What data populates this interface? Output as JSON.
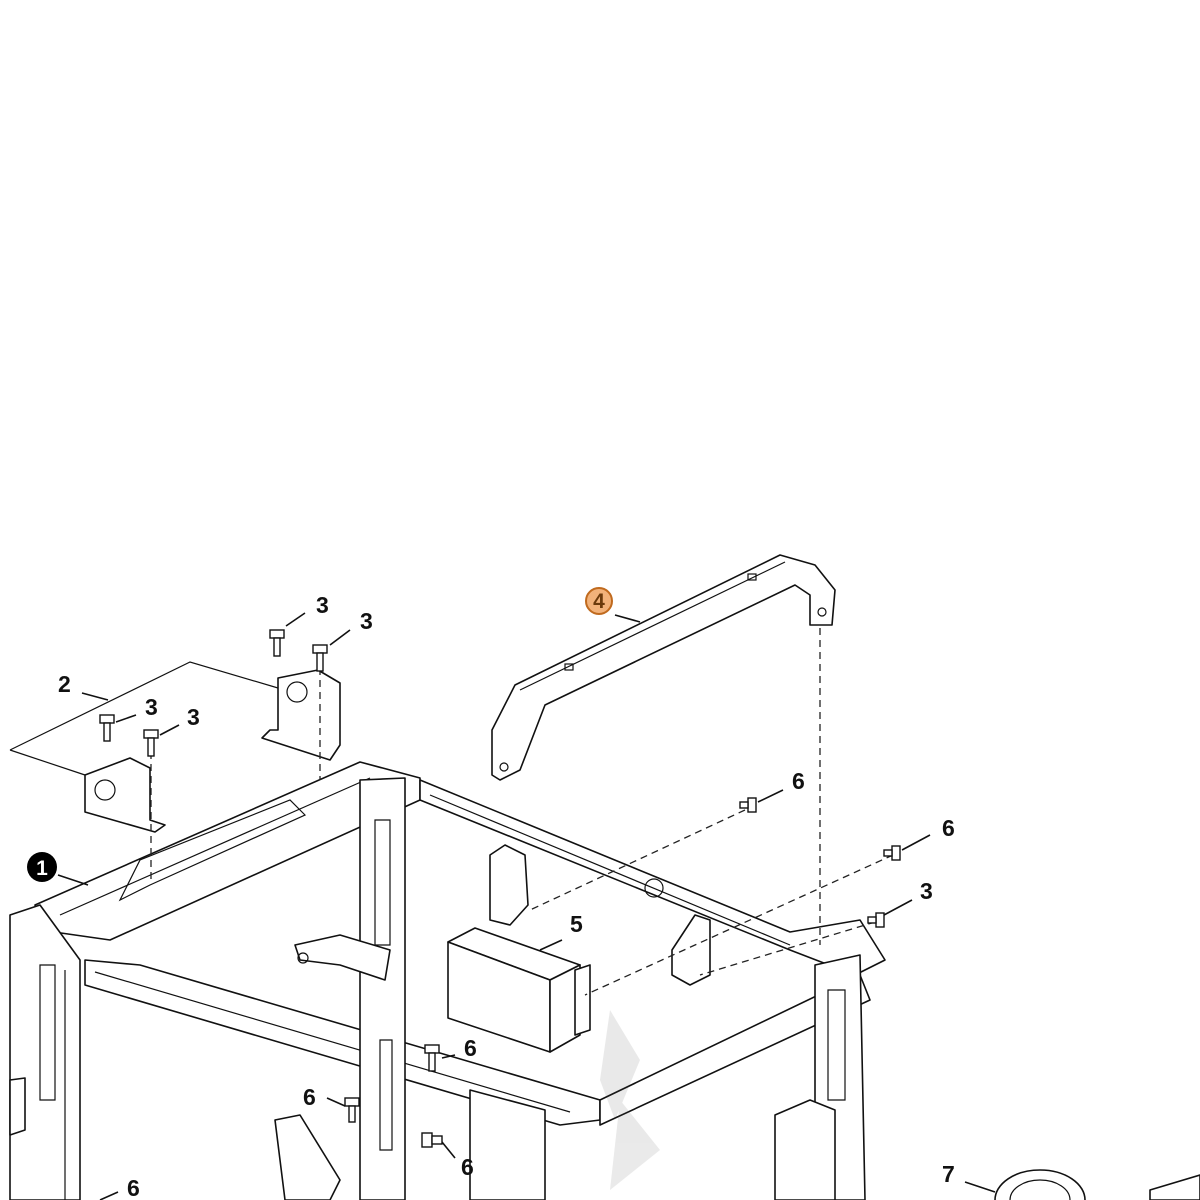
{
  "diagram": {
    "callouts": [
      {
        "id": "c1",
        "label": "1",
        "style": "filled"
      },
      {
        "id": "c2",
        "label": "2",
        "style": "plain"
      },
      {
        "id": "c3a",
        "label": "3",
        "style": "plain"
      },
      {
        "id": "c3b",
        "label": "3",
        "style": "plain"
      },
      {
        "id": "c3c",
        "label": "3",
        "style": "plain"
      },
      {
        "id": "c3d",
        "label": "3",
        "style": "plain"
      },
      {
        "id": "c3e",
        "label": "3",
        "style": "plain"
      },
      {
        "id": "c4",
        "label": "4",
        "style": "highlighted"
      },
      {
        "id": "c5",
        "label": "5",
        "style": "plain"
      },
      {
        "id": "c6a",
        "label": "6",
        "style": "plain"
      },
      {
        "id": "c6b",
        "label": "6",
        "style": "plain"
      },
      {
        "id": "c6c",
        "label": "6",
        "style": "plain"
      },
      {
        "id": "c6d",
        "label": "6",
        "style": "plain"
      },
      {
        "id": "c6e",
        "label": "6",
        "style": "plain"
      },
      {
        "id": "c6f",
        "label": "6",
        "style": "plain"
      },
      {
        "id": "c7",
        "label": "7",
        "style": "plain"
      }
    ],
    "colors": {
      "line": "#111111",
      "highlight_fill": "#f2b27a",
      "highlight_stroke": "#c06a1e",
      "highlight_text": "#6b3a0c",
      "filled_callout": "#000000"
    },
    "icons": [
      "bolt-icon",
      "watermark-logo"
    ]
  }
}
